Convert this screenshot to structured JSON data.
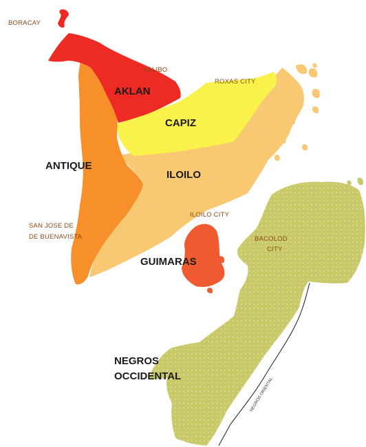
{
  "colors": {
    "aklan": "#ee2a24",
    "boracay": "#ee2a24",
    "capiz": "#f8f24a",
    "iloilo": "#f8c873",
    "antique": "#f78f2a",
    "guimaras": "#ef5a30",
    "negros": "#c9c96a",
    "negros_dots": "#e3e3a8",
    "province_text": "#1a1a1a",
    "city_text": "#8a4a16",
    "background": "#ffffff"
  },
  "provinces": {
    "aklan": "AKLAN",
    "capiz": "CAPIZ",
    "antique": "ANTIQUE",
    "iloilo": "ILOILO",
    "guimaras": "GUIMARAS",
    "negros_line1": "NEGROS",
    "negros_line2": "OCCIDENTAL"
  },
  "cities": {
    "boracay": "BORACAY",
    "kalibo": "KALIBO",
    "roxas": "ROXAS CITY",
    "iloilo_city": "ILOILO CITY",
    "san_jose_line1": "SAN JOSE DE",
    "san_jose_line2": "DE BUENAVISTA",
    "bacolod_line1": "BACOLOD",
    "bacolod_line2": "CITY"
  },
  "boundary": {
    "negros_oriental": "NEGROS ORIENTAL"
  }
}
